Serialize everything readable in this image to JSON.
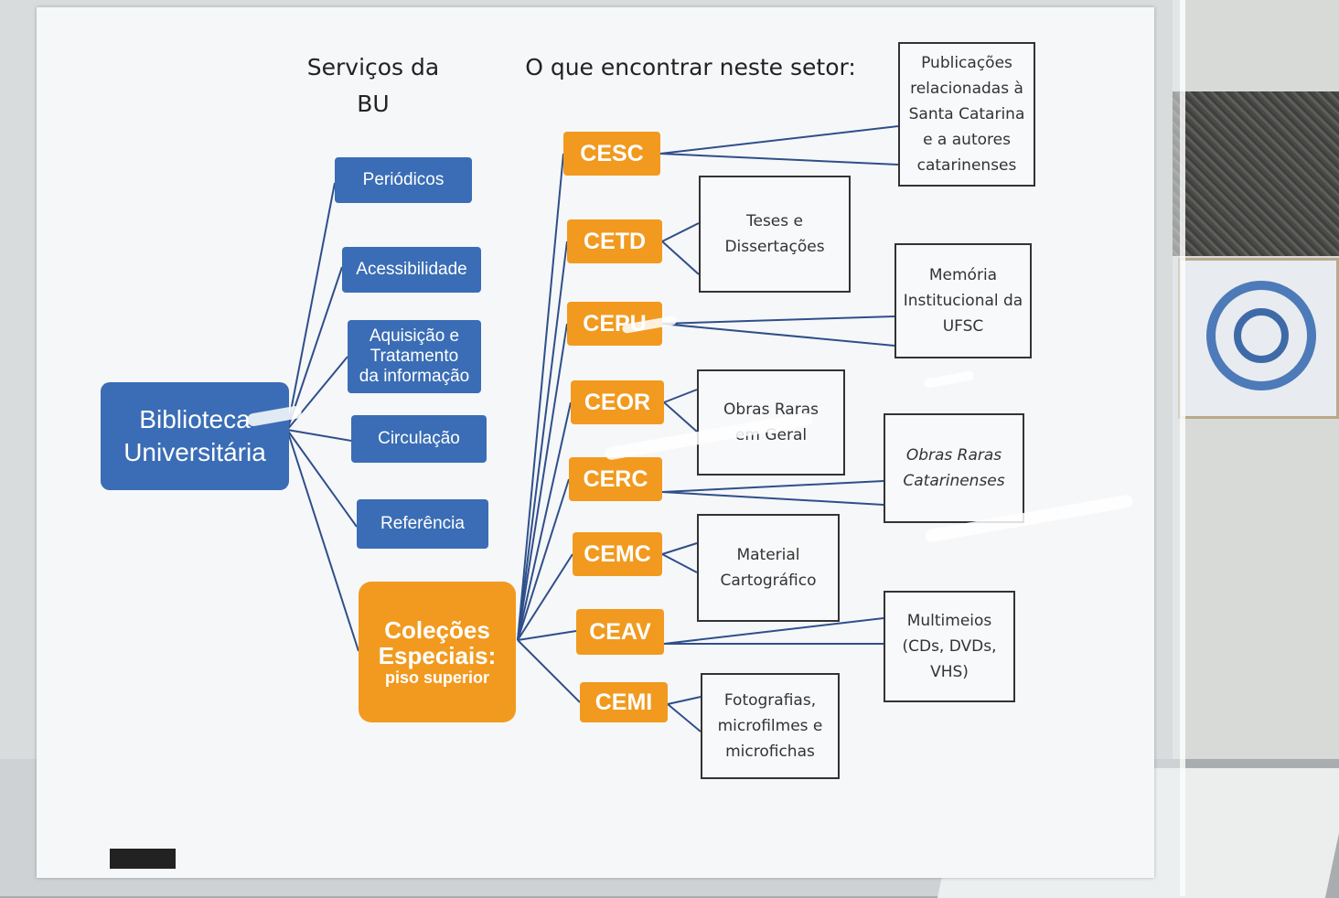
{
  "headings": {
    "services": "Serviços da\nBU",
    "find": "O que encontrar neste setor:"
  },
  "root": {
    "line1": "Biblioteca",
    "line2": "Universitária"
  },
  "services": [
    {
      "label": "Periódicos"
    },
    {
      "label": "Acessibilidade"
    },
    {
      "label": "Aquisição e\nTratamento\nda informação"
    },
    {
      "label": "Circulação"
    },
    {
      "label": "Referência"
    }
  ],
  "special": {
    "line1": "Coleções",
    "line2": "Especiais:",
    "sub": "piso superior"
  },
  "sectors": [
    {
      "code": "CESC",
      "description": "Publicações\nrelacionadas à\nSanta Catarina\ne a autores\ncatarinenses"
    },
    {
      "code": "CETD",
      "description": "Teses e\nDissertações"
    },
    {
      "code": "CEPU",
      "description": "Memória\nInstitucional da\nUFSC"
    },
    {
      "code": "CEOR",
      "description": "Obras Raras\nem Geral"
    },
    {
      "code": "CERC",
      "description": "Obras Raras\nCatarinenses"
    },
    {
      "code": "CEMC",
      "description": "Material\nCartográfico"
    },
    {
      "code": "CEAV",
      "description": "Multimeios\n(CDs, DVDs,\nVHS)"
    },
    {
      "code": "CEMI",
      "description": "Fotografias,\nmicrofilmes e\nmicrofichas"
    }
  ],
  "colors": {
    "blue": "#3a6db5",
    "orange": "#f19a1f",
    "line": "#2f4f8a"
  }
}
